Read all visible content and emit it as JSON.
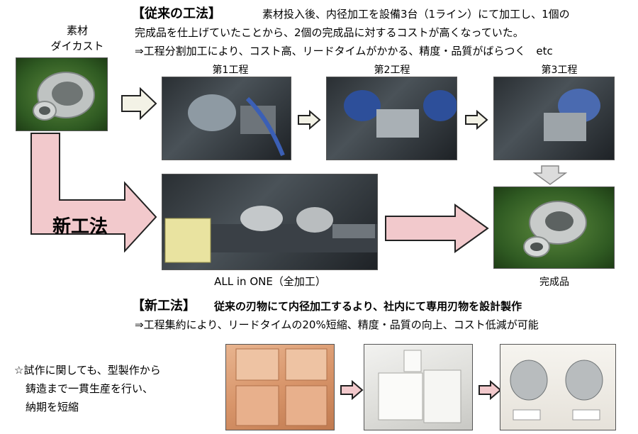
{
  "material": {
    "line1": "素材",
    "line2": "ダイカスト"
  },
  "old_method": {
    "heading": "【従来の工法】",
    "line1": "素材投入後、内径加工を設備3台（1ライン）にて加工し、1個の",
    "line2": "完成品を仕上げていたことから、2個の完成品に対するコストが高くなっていた。",
    "line3": "⇒工程分割加工により、コスト高、リードタイムがかかる、精度・品質がばらつく　etc"
  },
  "steps": [
    {
      "label": "第1工程"
    },
    {
      "label": "第2工程"
    },
    {
      "label": "第3工程"
    }
  ],
  "new_arrow_label": "新工法",
  "all_in_one_caption": "ALL in ONE（全加工）",
  "finished_caption": "完成品",
  "new_method": {
    "heading": "【新工法】",
    "line1": "従来の刃物にて内径加工するより、社内にて専用刃物を設計製作",
    "line2": "⇒工程集約により、リードタイムの20%短縮、精度・品質の向上、コスト低減が可能"
  },
  "prototype": {
    "line1": "☆試作に関しても、型製作から",
    "line2": "鋳造まで一貫生産を行い、",
    "line3": "納期を短縮"
  },
  "colors": {
    "pink_arrow": "#f2c9cc",
    "gray_arrow": "#dcdcdc",
    "cream_arrow": "#f3f2e6"
  }
}
